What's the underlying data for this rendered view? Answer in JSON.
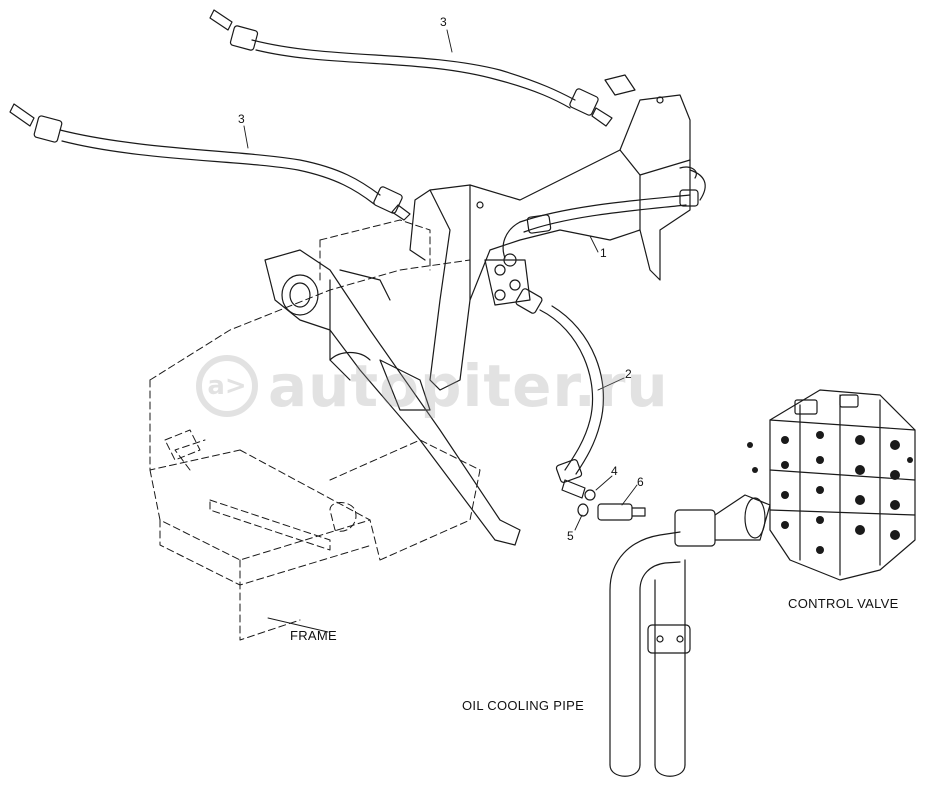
{
  "callouts": {
    "hose_top": "3",
    "hose_left": "3",
    "hose_short": "1",
    "hose_long": "2",
    "item_4": "4",
    "item_5": "5",
    "item_6": "6"
  },
  "labels": {
    "frame": "FRAME",
    "control_valve": "CONTROL VALVE",
    "oil_cooling_pipe": "OIL COOLING PIPE"
  },
  "watermark": {
    "logo": "a>",
    "text": "autopiter.ru"
  }
}
